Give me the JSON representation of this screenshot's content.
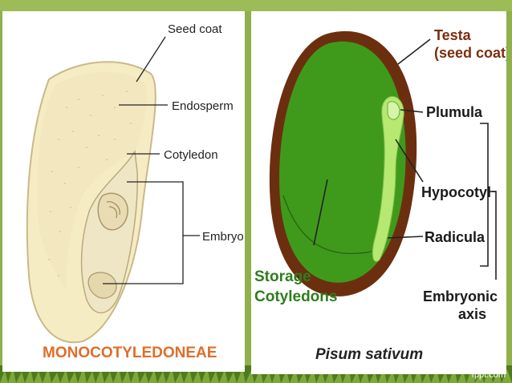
{
  "left_diagram": {
    "labels": {
      "seed_coat": "Seed coat",
      "endosperm": "Endosperm",
      "cotyledon": "Cotyledon",
      "embryo": "Embryo"
    },
    "caption": "MONOCOTYLEDONEAE"
  },
  "right_diagram": {
    "labels": {
      "testa_line1": "Testa",
      "testa_line2": "(seed coat)",
      "plumula": "Plumula",
      "hypocotyl": "Hypocotyl",
      "radicula": "Radicula",
      "storage_line1": "Storage",
      "storage_line2": "Cotyledons",
      "embryonic_line1": "Embryonic",
      "embryonic_line2": "axis"
    },
    "caption": "Pisum sativum"
  },
  "watermark": "fppt.com",
  "colors": {
    "background": "#8fb04a",
    "monocot_caption": "#e06d2a",
    "cotyledon_green": "#3f9a1c",
    "testa_brown": "#6b2f10",
    "embryo_light_green": "#b6e872"
  }
}
